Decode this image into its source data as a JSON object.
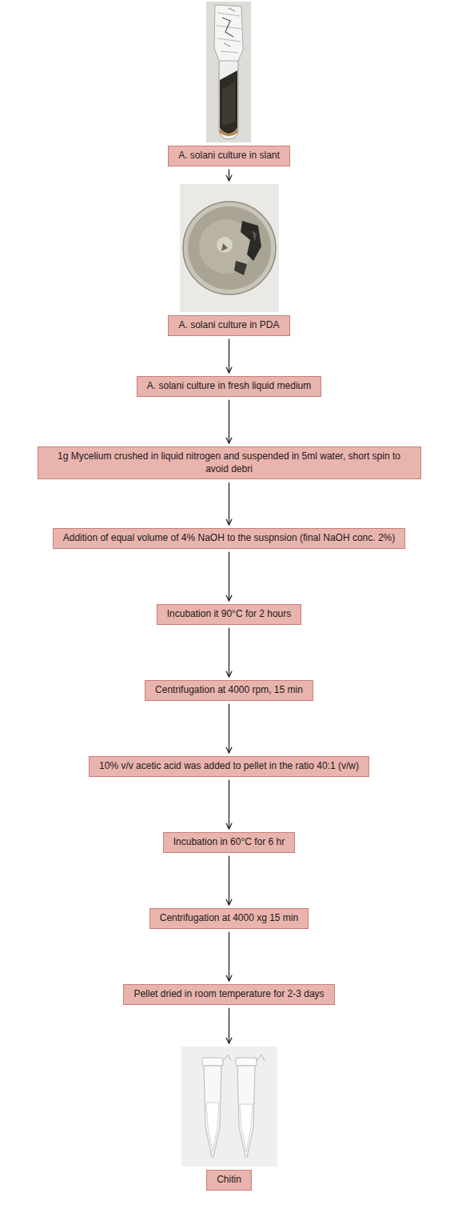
{
  "diagram": {
    "nodes": [
      {
        "text": [
          "A. solani culture in slant"
        ]
      },
      {
        "text": [
          "A. solani culture in PDA"
        ]
      },
      {
        "text": [
          "A. solani culture in fresh liquid medium"
        ]
      },
      {
        "text": [
          "1g Mycelium crushed in liquid nitrogen and suspended in 5ml water, short spin to avoid debri"
        ]
      },
      {
        "text": [
          "Addition of equal volume of 4% NaOH to the suspnsion (final NaOH conc. 2%)"
        ]
      },
      {
        "text": [
          "Incubation it 90°C for 2 hours"
        ]
      },
      {
        "text": [
          "Centrifugation at 4000 rpm, 15 min"
        ]
      },
      {
        "text": [
          "10% v/v acetic acid was added to pellet in the ratio 40:1 (v/w)"
        ]
      },
      {
        "text": [
          "Incubation in 60°C for 6 hr"
        ]
      },
      {
        "text": [
          "Centrifugation at 4000 xg 15 min"
        ]
      },
      {
        "text": [
          "Pellet dried in room temperature for 2-3 days"
        ]
      },
      {
        "text": [
          "Chitin"
        ]
      }
    ],
    "edges": [
      {
        "from": 0,
        "to": 1,
        "arrow": "to"
      },
      {
        "from": 1,
        "to": 2,
        "arrow": "to"
      },
      {
        "from": 2,
        "to": 3,
        "arrow": "to"
      },
      {
        "from": 3,
        "to": 4,
        "arrow": "to"
      },
      {
        "from": 4,
        "to": 5,
        "arrow": "to"
      },
      {
        "from": 5,
        "to": 6,
        "arrow": "to"
      },
      {
        "from": 6,
        "to": 7,
        "arrow": "to"
      },
      {
        "from": 7,
        "to": 8,
        "arrow": "to"
      },
      {
        "from": 8,
        "to": 9,
        "arrow": "to"
      },
      {
        "from": 9,
        "to": 10,
        "arrow": "to"
      },
      {
        "from": 10,
        "to": 11,
        "arrow": "to"
      }
    ]
  }
}
